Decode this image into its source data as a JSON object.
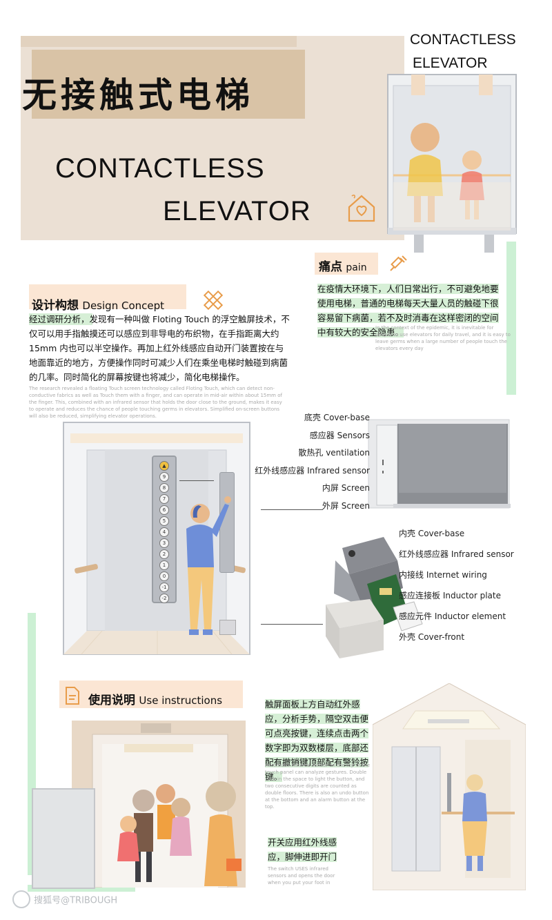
{
  "header": {
    "title_zh": "无接触式电梯",
    "title_en_line1": "CONTACTLESS",
    "title_en_line2": "ELEVATOR",
    "corner_en_line1": "CONTACTLESS",
    "corner_en_line2": "ELEVATOR"
  },
  "pain": {
    "heading_zh": "痛点",
    "heading_en": "pain",
    "body_zh": "在疫情大环境下，人们日常出行，不可避免地要使用电梯，普通的电梯每天大量人员的触碰下很容易留下病菌，若不及时消毒在这样密闭的空间中有较大的安全隐患。",
    "body_en": "In the context of the epidemic, it is inevitable for people to use elevators for daily travel, and it is easy to leave germs when a large number of people touch the elevators every day"
  },
  "design": {
    "heading_zh": "设计构想",
    "heading_en": "Design Concept",
    "body_zh": "经过调研分析，发现有一种叫做 Floting Touch 的浮空触屏技术，不仅可以用手指触摸还可以感应到非导电的布织物，在手指距离大约 15mm 内也可以半空操作。再加上红外线感应自动开门装置按在与地面靠近的地方，方便操作同时可减少人们在乘坐电梯时触碰到病菌的几率。同时简化的屏幕按键也将减少，简化电梯操作。",
    "body_en": "The research revealed a floating Touch screen technology called Floting Touch, which can detect non-conductive fabrics as well as Touch them with a finger, and can operate in mid-air within about 15mm of the finger. This, combined with an infrared sensor that holds the door close to the ground, makes it easy to operate and reduces the chance of people touching germs in elevators. Simplified on-screen buttons will also be reduced, simplifying elevator operations."
  },
  "panel_buttons": [
    "▲",
    "9",
    "8",
    "7",
    "6",
    "5",
    "4",
    "3",
    "2",
    "1",
    "0",
    "-1",
    "-2"
  ],
  "parts_top": [
    "底壳 Cover-base",
    "感应器 Sensors",
    "散热孔 ventilation",
    "红外线感应器 Infrared sensor",
    "内屏 Screen",
    "外屏 Screen"
  ],
  "parts_mid": [
    "内壳 Cover-base",
    "红外线感应器 Infrared sensor",
    "内接线 Internet wiring",
    "感应连接板 Inductor plate",
    "感应元件 Inductor element",
    "外壳 Cover-front"
  ],
  "usage": {
    "heading_zh": "使用说明",
    "heading_en": "Use instructions",
    "touch_zh": "触屏面板上方自动红外感应，分析手势，隔空双击便可点亮按键，连续点击两个数字即为双数楼层，底部还配有撤销键顶部配有警铃按键。",
    "touch_en": "Automatic infrared sensor on the top of the touch panel can analyze gestures. Double click in the space to light the button, and two consecutive digits are counted as double floors. There is also an undo button at the bottom and an alarm button at the top.",
    "switch_zh": "开关应用红外线感应，脚伸进即开门",
    "switch_en": "The switch USES infrared sensors and opens the door when you put your foot in"
  },
  "watermark": {
    "text": "搜狐号@TRIBOUGH"
  },
  "colors": {
    "beige": "#ebe0d4",
    "tan": "#d9c3a6",
    "peach": "#fbe6d4",
    "green": "#d6efd6",
    "mint_bar": "#ccf0d4",
    "orange": "#f0a060"
  }
}
